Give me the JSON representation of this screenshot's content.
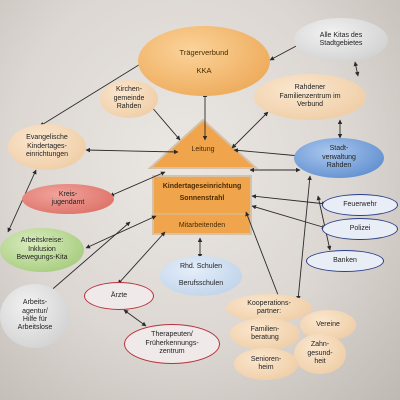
{
  "nodes": {
    "traegerverbund": "Trägerverbund\n\nKKA",
    "alle_kitas": "Alle Kitas des\nStadtgebietes",
    "kirchengemeinde": "Kirchen-\ngemeinde\nRahden",
    "familienzentrum": "Rahdener\nFamilienzentrum im\nVerbund",
    "evangelische": "Evangelische\nKindertages-\neinrichtungen",
    "stadtverwaltung": "Stadt-\nverwaltung\nRahden",
    "kreisjugendamt": "Kreis-\njugendamt",
    "feuerwehr": "Feuerwehr",
    "polizei": "Polizei",
    "arbeitskreise": "Arbeitskreise:\nInklusion\nBewegungs-Kita",
    "banken": "Banken",
    "schulen": "Rhd. Schulen\n\nBerufsschulen",
    "arbeitsagentur": "Arbeits-\nagentur/\nHilfe für\nArbeitslose",
    "aerzte": "Ärzte",
    "kooperation": "Kooperations-\npartner:",
    "familienberatung": "Familien-\nberatung",
    "vereine": "Vereine",
    "zahngesundheit": "Zahn-\ngesund-\nheit",
    "seniorenheim": "Senioren-\nheim",
    "therapeuten": "Therapeuten/\nFrüherkennungs-\nzentrum"
  },
  "house": {
    "leitung": "Leitung",
    "title_line1": "Kindertageseinrichtung",
    "title_line2": "Sonnenstrahl",
    "mitarbeitende": "Mitarbeitenden"
  }
}
